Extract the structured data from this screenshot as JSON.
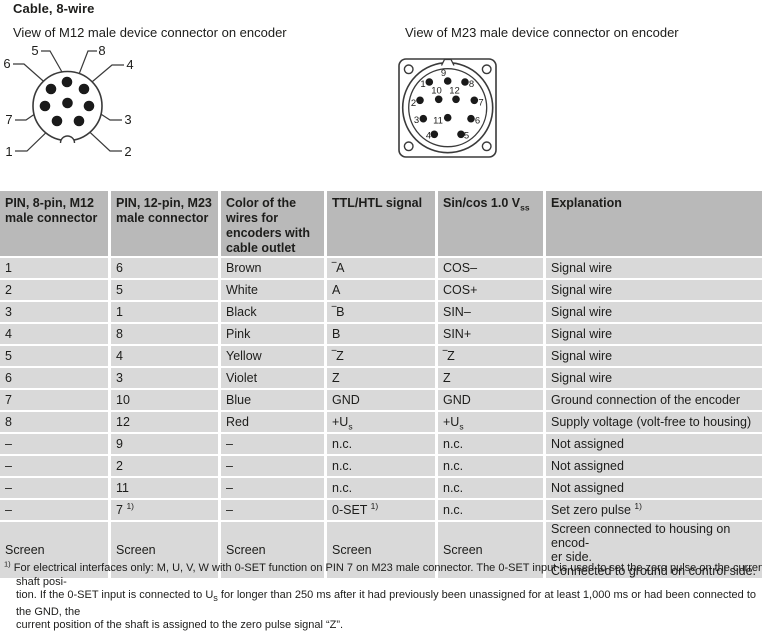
{
  "page": {
    "title": "Cable, 8-wire"
  },
  "m12": {
    "caption": "View of M12 male device connector on encoder",
    "pin_labels": [
      "1",
      "2",
      "3",
      "4",
      "5",
      "6",
      "7",
      "8"
    ]
  },
  "m23": {
    "caption": "View of M23 male device connector on encoder",
    "pin_labels": [
      "1",
      "2",
      "3",
      "4",
      "5",
      "6",
      "7",
      "8",
      "9",
      "10",
      "11",
      "12"
    ]
  },
  "table": {
    "headers": [
      "PIN, 8-pin, M12 male connector",
      "PIN, 12-pin, M23 male connector",
      "Color of the wires for encoders with cable outlet",
      "TTL/HTL signal",
      "Sin/cos 1.0 V_{ss}",
      "Explanation"
    ],
    "rows": [
      [
        "1",
        "6",
        "Brown",
        "‾A",
        "COS–",
        "Signal wire"
      ],
      [
        "2",
        "5",
        "White",
        "A",
        "COS+",
        "Signal wire"
      ],
      [
        "3",
        "1",
        "Black",
        "‾B",
        "SIN–",
        "Signal wire"
      ],
      [
        "4",
        "8",
        "Pink",
        "B",
        "SIN+",
        "Signal wire"
      ],
      [
        "5",
        "4",
        "Yellow",
        "‾Z",
        "‾Z",
        "Signal wire"
      ],
      [
        "6",
        "3",
        "Violet",
        "Z",
        "Z",
        "Signal wire"
      ],
      [
        "7",
        "10",
        "Blue",
        "GND",
        "GND",
        "Ground connection of the encoder"
      ],
      [
        "8",
        "12",
        "Red",
        "+U_{s}",
        "+U_{s}",
        "Supply voltage (volt-free to housing)"
      ],
      [
        "–",
        "9",
        "–",
        "n.c.",
        "n.c.",
        "Not assigned"
      ],
      [
        "–",
        "2",
        "–",
        "n.c.",
        "n.c.",
        "Not assigned"
      ],
      [
        "–",
        "11",
        "–",
        "n.c.",
        "n.c.",
        "Not assigned"
      ],
      [
        "–",
        "7 ^{1)}",
        "–",
        "0-SET ^{1)}",
        "n.c.",
        "Set zero pulse ^{1)}"
      ],
      [
        "Screen",
        "Screen",
        "Screen",
        "Screen",
        "Screen",
        "Screen connected to housing on encod-\ner side.\nConnected to ground on control side."
      ]
    ]
  },
  "footnote": {
    "marker": "1)",
    "lines": [
      "For electrical interfaces only: M, U, V, W with 0-SET function on PIN 7 on M23 male connector. The 0-SET input is used to set the zero pulse on the current shaft posi-",
      "tion. If the 0-SET input is connected to U_{s} for longer than 250 ms after it had previously been unassigned for at least 1,000 ms or had been connected to the GND, the",
      "current position of the shaft is assigned to the zero pulse signal “Z”."
    ]
  },
  "colors": {
    "header_bg": "#b9b9b9",
    "row_bg": "#d9d9d9",
    "separator": "#ffffff",
    "text": "#1d1d1b",
    "line_art": "#3a3a3a"
  }
}
